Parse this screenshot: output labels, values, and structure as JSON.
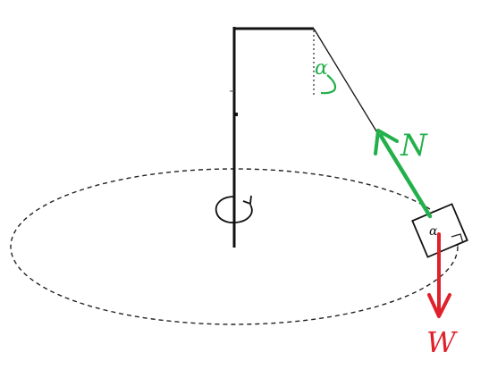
{
  "labels": {
    "angle": "α",
    "normal_force": "N",
    "weight": "W",
    "mass_angle": "α"
  },
  "colors": {
    "normal_force": "#22b04b",
    "weight": "#e0202a",
    "angle_label": "#22b04b",
    "structure": "#111111",
    "orbit": "#222222"
  },
  "icons": {
    "rotation": "rotation-arrow-icon"
  }
}
